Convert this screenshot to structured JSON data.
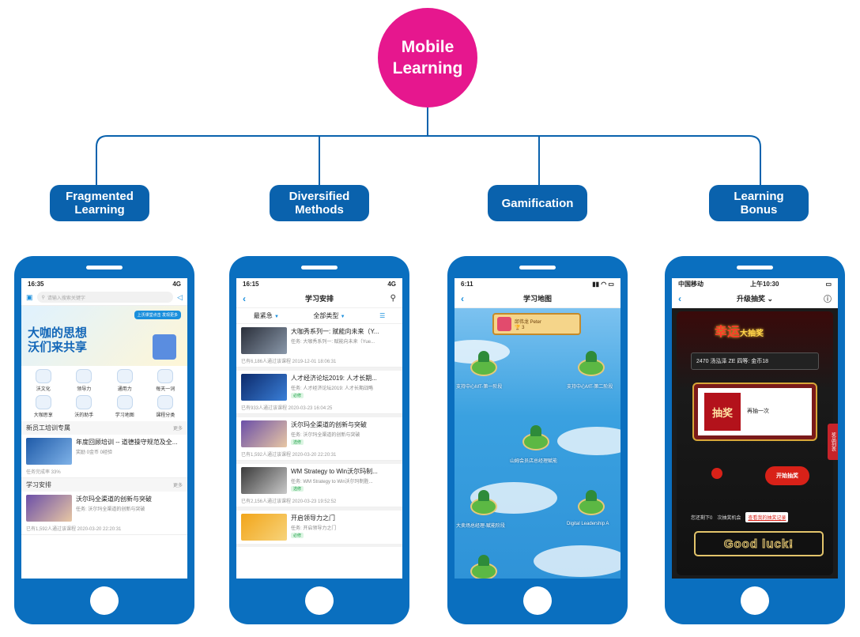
{
  "root": {
    "label": "Mobile\nLearning"
  },
  "categories": [
    {
      "label": "Fragmented\nLearning"
    },
    {
      "label": "Diversified\nMethods"
    },
    {
      "label": "Gamification"
    },
    {
      "label": "Learning\nBonus"
    }
  ],
  "phone1": {
    "time": "16:35",
    "signal": "4G",
    "search_placeholder": "请输入搜索关键字",
    "banner_text": "大咖的思想\n沃们来共享",
    "banner_tag": "上沃课堂点击 发现更多",
    "grid": [
      "沃文化",
      "领导力",
      "通用力",
      "每天一词",
      "大咖思享",
      "沃的助手",
      "学习地图",
      "课程分类"
    ],
    "section1": "新员工培训专属",
    "more": "更多",
    "course1_title": "年度回顾培训 -- 道德操守规范及全...",
    "course1_meta": "奖励 0金币 0经验",
    "course1_foot": "任务完成率 33%",
    "section2": "学习安排",
    "course2_title": "沃尔玛全渠道的创新与突破",
    "course2_meta": "任务: 沃尔玛全渠道的创新与突破",
    "course2_foot": "已有1,592人通过该课程  2020-03-20 22:20:31"
  },
  "phone2": {
    "time": "16:15",
    "signal": "4G",
    "title": "学习安排",
    "filter1": "最紧急",
    "filter2": "全部类型",
    "items": [
      {
        "title": "大咖秀系列一: 赋能向未来（Y...",
        "meta": "任务: 大咖秀系列一: 赋能向未来（Yue...",
        "badge": "",
        "foot": "已有6,186人通过该课程  2019-12-01 18:06:31"
      },
      {
        "title": "人才经济论坛2019: 人才长期...",
        "meta": "任务: 人才经济论坛2019: 人才长期战略",
        "badge": "必修",
        "foot": "已有933人通过该课程  2020-03-23 16:04:25"
      },
      {
        "title": "沃尔玛全渠道的创新与突破",
        "meta": "任务: 沃尔玛全渠道的创新与突破",
        "badge": "选修",
        "foot": "已有1,592人通过该课程  2020-03-20 22:20:31"
      },
      {
        "title": "WM Strategy to Win沃尔玛制...",
        "meta": "任务: WM Strategy to Win沃尔玛制胜...",
        "badge": "选修",
        "foot": "已有2,156人通过该课程  2020-03-23 19:52:52"
      },
      {
        "title": "开启领导力之门",
        "meta": "任务: 开启领导力之门",
        "badge": "必修",
        "foot": ""
      }
    ]
  },
  "phone3": {
    "time": "6:11",
    "title": "学习地图",
    "player_name": "邱伟龙 Peter",
    "player_score": "3",
    "islands": [
      "支持中心MT-第一阶段",
      "支持中心MT-第二阶段",
      "山姆会员店总经理赋能",
      "大卖场总经理-赋能阶段",
      "Digital Leadership A"
    ]
  },
  "phone4": {
    "carrier": "中国移动",
    "time": "上午10:30",
    "title": "升级抽奖",
    "machine_title": "幸运",
    "machine_sub": "大抽奖",
    "info": "2470  汤泓泽 ZE  四等: 金币18",
    "prize": "抽奖",
    "again": "再抽一次",
    "start": "开始抽奖",
    "remaining": "您还剩下0",
    "chances": "次抽奖机会",
    "records": "查看我的抽奖记录",
    "side": "奖品列表",
    "good_luck": "Good luck!"
  },
  "colors": {
    "root": "#e6178e",
    "node": "#0a62ad",
    "line": "#0a62ad",
    "phone": "#0a6fbf"
  }
}
